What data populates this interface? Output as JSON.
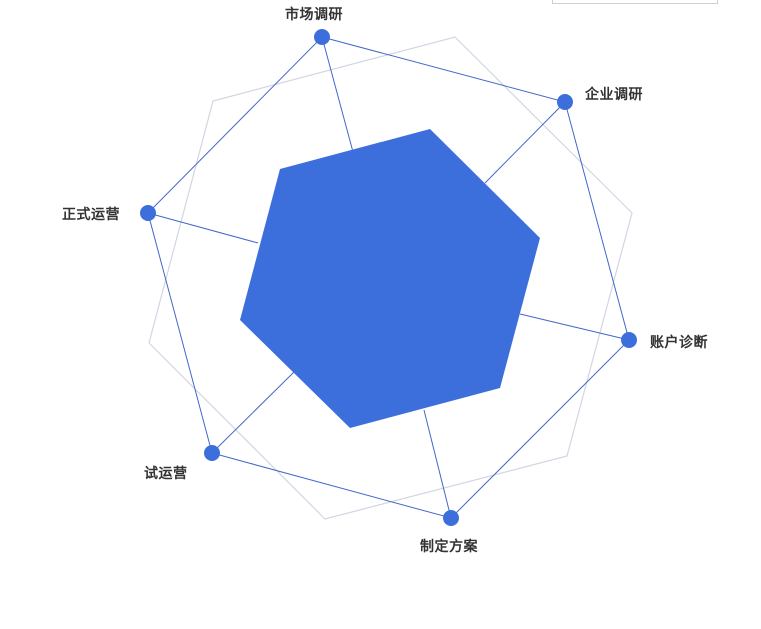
{
  "diagram": {
    "colors": {
      "accent": "#3d6fdc",
      "line": "#4566c8",
      "grey_outline": "#d0d6e2",
      "label": "#333333"
    },
    "steps": [
      {
        "label": "市场调研"
      },
      {
        "label": "企业调研"
      },
      {
        "label": "账户诊断"
      },
      {
        "label": "制定方案"
      },
      {
        "label": "试运营"
      },
      {
        "label": "正式运营"
      }
    ]
  }
}
